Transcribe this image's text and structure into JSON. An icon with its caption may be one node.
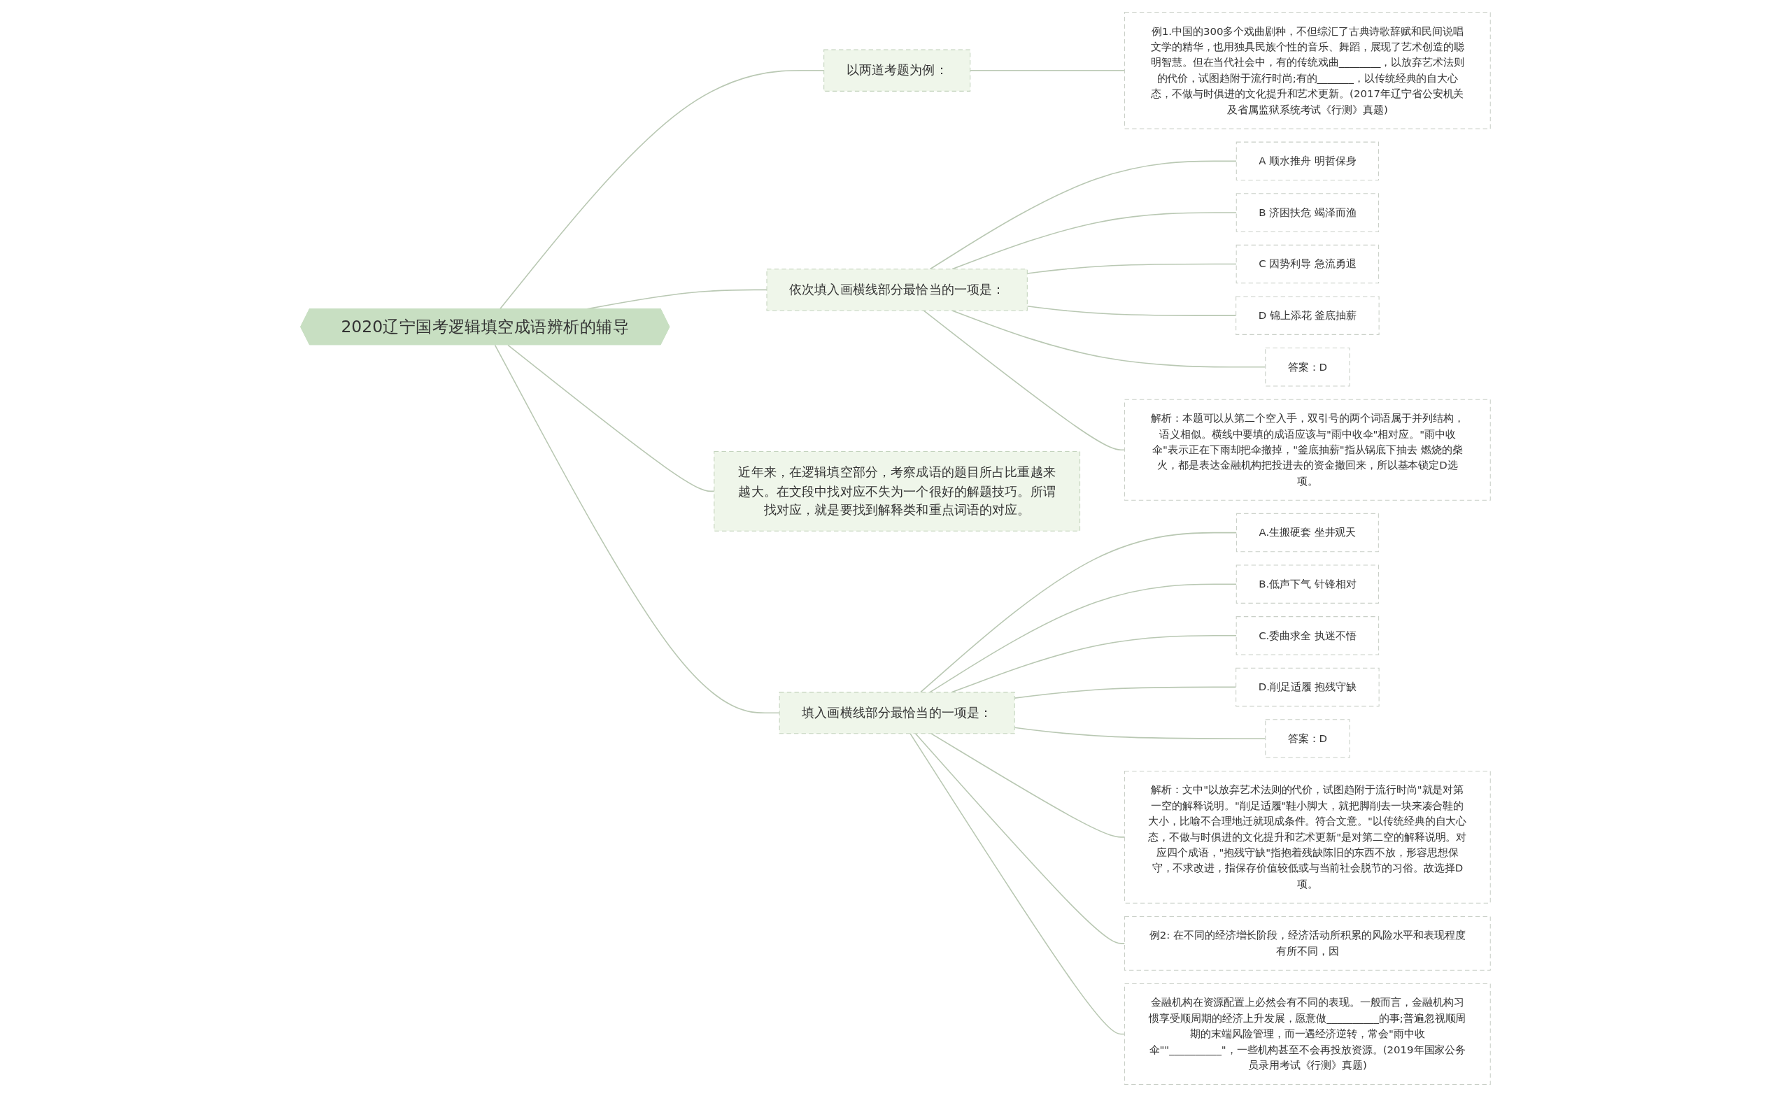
{
  "diagram": {
    "nodes": [
      {
        "text": [
          "2020辽宁国考逻辑填空成语辨析的辅导"
        ]
      },
      {
        "text": [
          "以两道考题为例："
        ]
      },
      {
        "text": [
          "例1.中国的300多个戏曲剧种，不但综汇了古典诗歌辞赋和民间说唱文学的精华，也用独具民族个性的音乐、舞蹈，展现了艺术创造的聪明智慧。但在当代社会中，有的传统戏曲________，以放弃艺术法则的代价，试图趋附于流行时尚;有的_______，以传统经典的自大心态，不做与时俱进的文化提升和艺术更新。(2017年辽宁省公安机关及省属监狱系统考试《行测》真题)"
        ]
      },
      {
        "text": [
          "依次填入画横线部分最恰当的一项是："
        ]
      },
      {
        "text": [
          "A 顺水推舟 明哲保身"
        ]
      },
      {
        "text": [
          "B 济困扶危 竭泽而渔"
        ]
      },
      {
        "text": [
          "C 因势利导 急流勇退"
        ]
      },
      {
        "text": [
          "D 锦上添花 釜底抽薪"
        ]
      },
      {
        "text": [
          "答案：D"
        ]
      },
      {
        "text": [
          "解析：本题可以从第二个空入手，双引号的两个词语属于并列结构，语义相似。横线中要填的成语应该与\"雨中收伞\"相对应。\"雨中收伞\"表示正在下雨却把伞撤掉，\"釜底抽薪\"指从锅底下抽去 燃烧的柴火，都是表达金融机构把投进去的资金撤回来，所以基本锁定D选项。"
        ]
      },
      {
        "text": [
          "近年来，在逻辑填空部分，考察成语的题目所占比重越来越大。在文段中找对应不失为一个很好的解题技巧。所谓找对应，就是要找到解释类和重点词语的对应。"
        ]
      },
      {
        "text": [
          "填入画横线部分最恰当的一项是："
        ]
      },
      {
        "text": [
          "A.生搬硬套 坐井观天"
        ]
      },
      {
        "text": [
          "B.低声下气 针锋相对"
        ]
      },
      {
        "text": [
          "C.委曲求全 执迷不悟"
        ]
      },
      {
        "text": [
          "D.削足适履 抱残守缺"
        ]
      },
      {
        "text": [
          "答案：D"
        ]
      },
      {
        "text": [
          "解析：文中\"以放弃艺术法则的代价，试图趋附于流行时尚\"就是对第一空的解释说明。\"削足适履\"鞋小脚大，就把脚削去一块来凑合鞋的大小，比喻不合理地迁就现成条件。符合文意。\"以传统经典的自大心态，不做与时俱进的文化提升和艺术更新\"是对第二空的解释说明。对应四个成语，\"抱残守缺\"指抱着残缺陈旧的东西不放，形容思想保守，不求改进，指保存价值较低或与当前社会脱节的习俗。故选择D项。"
        ]
      },
      {
        "text": [
          "例2: 在不同的经济增长阶段，经济活动所积累的风险水平和表现程度有所不同，因"
        ]
      },
      {
        "text": [
          "金融机构在资源配置上必然会有不同的表现。一般而言，金融机构习惯享受顺周期的经济上升发展，愿意做__________的事;普遍忽视顺周期的末端风险管理，而一遇经济逆转，常会\"雨中收伞\"\"__________\"，一些机构甚至不会再投放资源。(2019年国家公务员录用考试《行测》真题)"
        ]
      }
    ],
    "edges": [
      {
        "from": 0,
        "to": 1,
        "arrow": "none"
      },
      {
        "from": 1,
        "to": 2,
        "arrow": "none"
      },
      {
        "from": 0,
        "to": 3,
        "arrow": "none"
      },
      {
        "from": 3,
        "to": 4,
        "arrow": "none"
      },
      {
        "from": 3,
        "to": 5,
        "arrow": "none"
      },
      {
        "from": 3,
        "to": 6,
        "arrow": "none"
      },
      {
        "from": 3,
        "to": 7,
        "arrow": "none"
      },
      {
        "from": 3,
        "to": 8,
        "arrow": "none"
      },
      {
        "from": 3,
        "to": 9,
        "arrow": "none"
      },
      {
        "from": 0,
        "to": 10,
        "arrow": "none"
      },
      {
        "from": 0,
        "to": 11,
        "arrow": "none"
      },
      {
        "from": 11,
        "to": 12,
        "arrow": "none"
      },
      {
        "from": 11,
        "to": 13,
        "arrow": "none"
      },
      {
        "from": 11,
        "to": 14,
        "arrow": "none"
      },
      {
        "from": 11,
        "to": 15,
        "arrow": "none"
      },
      {
        "from": 11,
        "to": 16,
        "arrow": "none"
      },
      {
        "from": 11,
        "to": 17,
        "arrow": "none"
      },
      {
        "from": 11,
        "to": 18,
        "arrow": "none"
      },
      {
        "from": 11,
        "to": 19,
        "arrow": "none"
      }
    ]
  }
}
